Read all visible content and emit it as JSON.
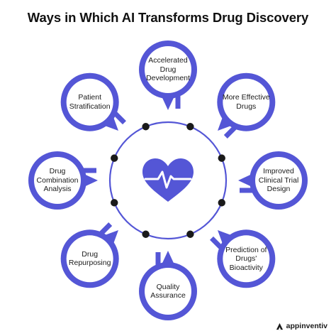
{
  "title": "Ways in Which AI Transforms Drug Discovery",
  "nodes": [
    {
      "id": "accelerated",
      "label": "Accelerated\nDrug\nDevelopment"
    },
    {
      "id": "effective",
      "label": "More Effective\nDrugs"
    },
    {
      "id": "trial",
      "label": "Improved\nClinical Trial\nDesign"
    },
    {
      "id": "bioactivity",
      "label": "Prediction of\nDrugs'\nBioactivity"
    },
    {
      "id": "quality",
      "label": "Quality\nAssurance"
    },
    {
      "id": "repurposing",
      "label": "Drug\nRepurposing"
    },
    {
      "id": "combination",
      "label": "Drug\nCombination\nAnalysis"
    },
    {
      "id": "stratification",
      "label": "Patient\nStratification"
    }
  ],
  "center_icon": "heart-pulse-icon",
  "brand": {
    "name": "appinventiv",
    "icon": "appinventiv-logo-icon"
  },
  "colors": {
    "accent": "#5456d6",
    "connector": "#1e1e5a",
    "dot": "#1a1a1a",
    "text": "#1b1b1b"
  }
}
